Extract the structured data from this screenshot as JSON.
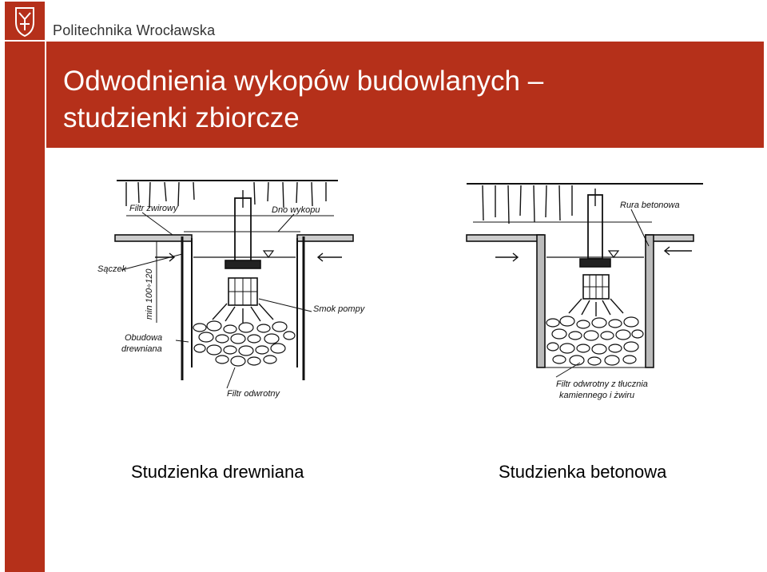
{
  "header": {
    "institution": "Politechnika Wrocławska",
    "title_line1": "Odwodnienia wykopów budowlanych –",
    "title_line2": "studzienki zbiorcze"
  },
  "diagrams": {
    "wooden": {
      "caption": "Studzienka drewniana",
      "labels": {
        "gravel_filter": "Filtr żwirowy",
        "pit_bottom": "Dno wykopu",
        "seepage": "Sączek",
        "min_depth": "min 100÷120",
        "pump_intake": "Smok pompy",
        "wooden_casing_1": "Obudowa",
        "wooden_casing_2": "drewniana",
        "reverse_filter": "Filtr odwrotny"
      }
    },
    "concrete": {
      "caption": "Studzienka betonowa",
      "labels": {
        "concrete_pipe": "Rura betonowa",
        "reverse_filter_1": "Filtr odwrotny z tłucznia",
        "reverse_filter_2": "kamiennego i żwiru"
      }
    }
  },
  "colors": {
    "brand_red": "#b5301a",
    "ink": "#111111"
  }
}
